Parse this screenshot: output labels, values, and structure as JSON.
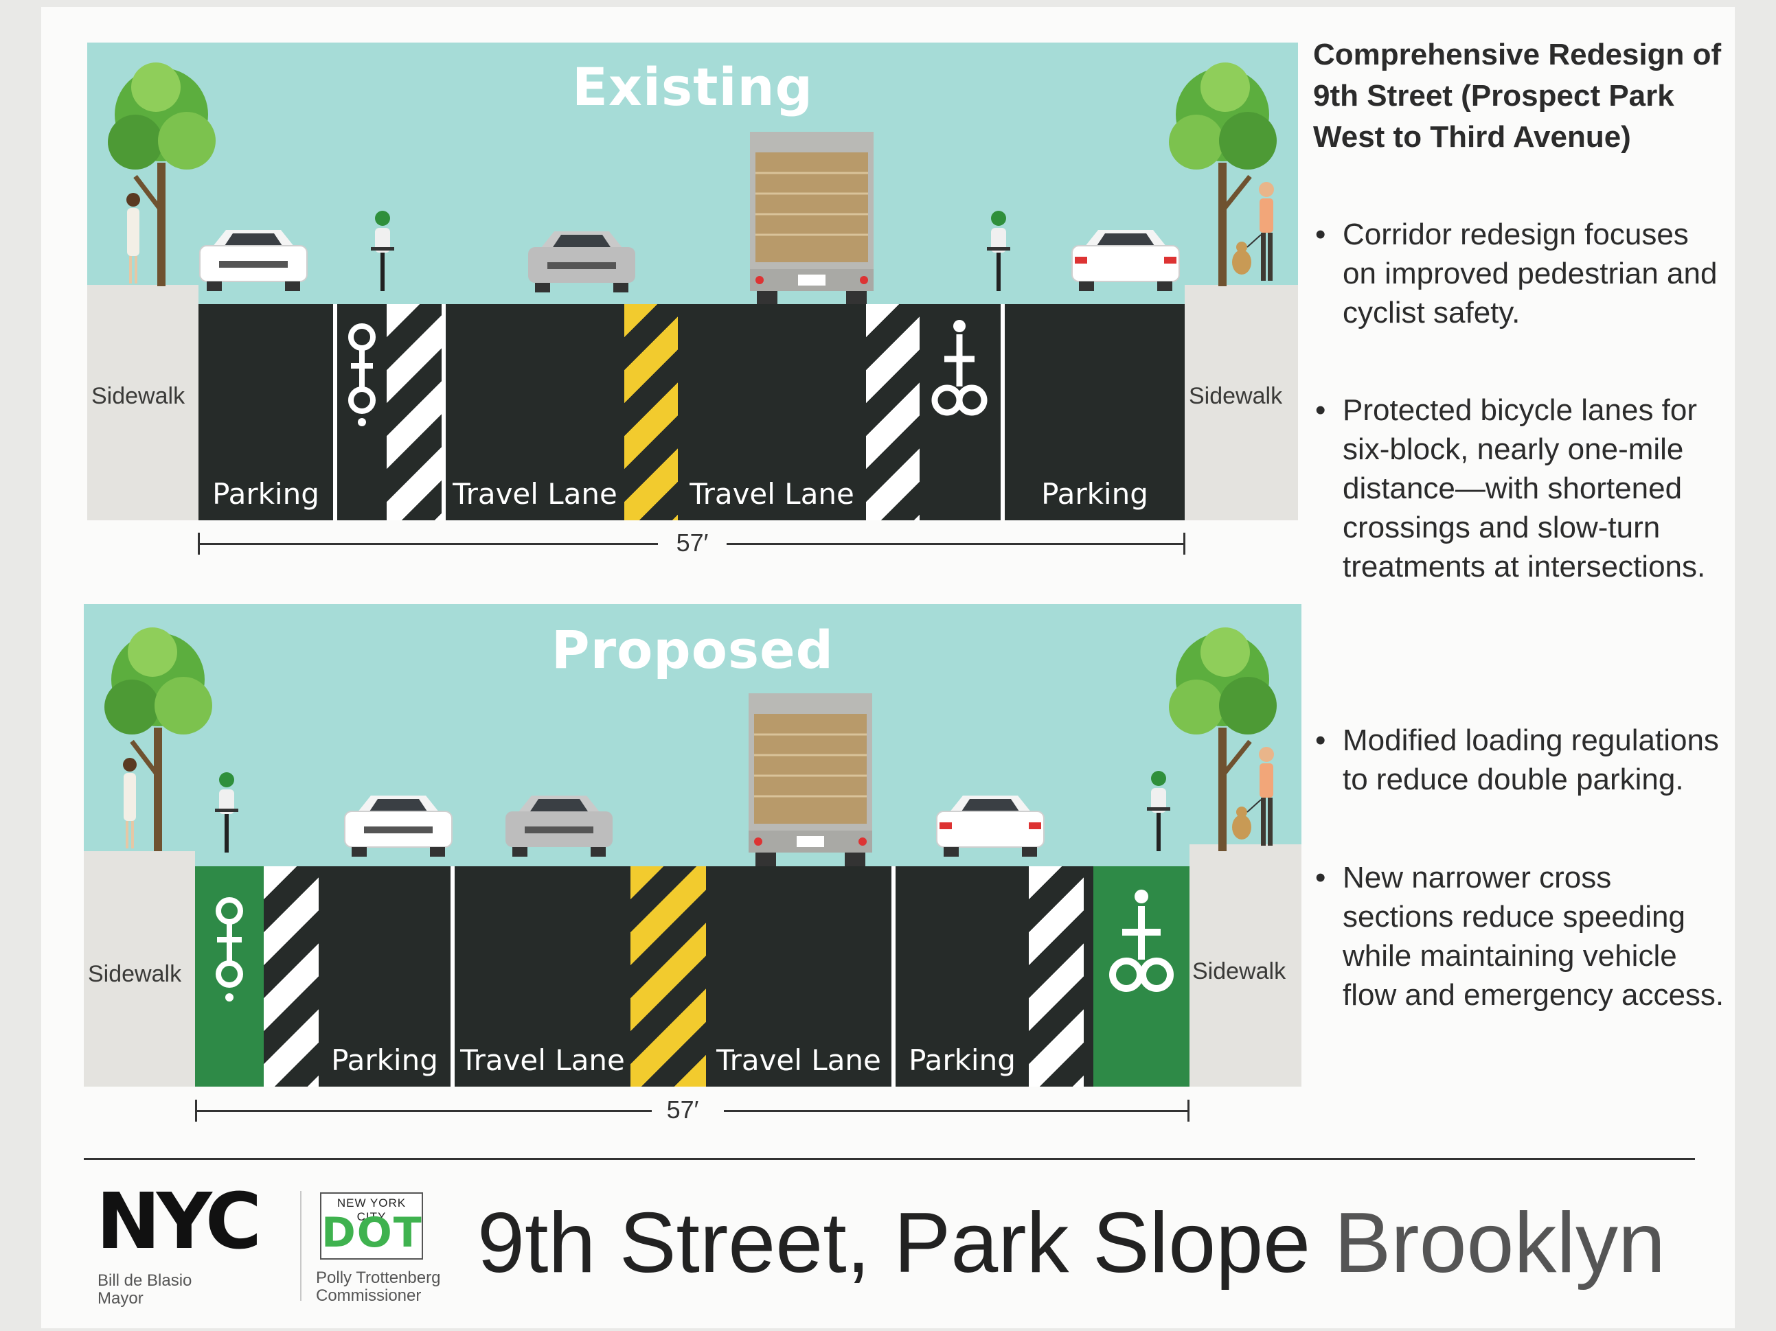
{
  "existing": {
    "title": "Existing",
    "sidewalk_left": "Sidewalk",
    "sidewalk_right": "Sidewalk",
    "lanes": [
      "Parking",
      "Travel Lane",
      "Travel Lane",
      "Parking"
    ],
    "width": "57′"
  },
  "proposed": {
    "title": "Proposed",
    "sidewalk_left": "Sidewalk",
    "sidewalk_right": "Sidewalk",
    "lanes": [
      "Parking",
      "Travel Lane",
      "Travel Lane",
      "Parking"
    ],
    "width": "57′"
  },
  "sidebar": {
    "title": "Comprehensive Redesign of 9th Street (Prospect Park West to Third Avenue)",
    "bullets": [
      "Corridor redesign focuses on improved pedestrian and cyclist safety.",
      "Protected bicycle lanes for six-block, nearly one-mile distance—with shortened crossings and slow-turn treatments at intersections.",
      "Modified loading regulations to reduce double parking.",
      "New narrower cross sections reduce speeding while maintaining vehicle flow and emergency access."
    ]
  },
  "footer": {
    "nyc_logo": "NYC",
    "mayor_name": "Bill de Blasio",
    "mayor_role": "Mayor",
    "dot_header": "NEW YORK CITY",
    "dot_logo": "DOT",
    "commissioner_name": "Polly Trottenberg",
    "commissioner_role": "Commissioner",
    "title_main": "9th Street, Park Slope",
    "title_borough": "Brooklyn"
  },
  "colors": {
    "sky": "#a6dcd7",
    "asphalt": "#262b29",
    "bike_lane_green": "#2e8a47",
    "center_line_yellow": "#f2cb2e",
    "dot_green": "#3fb24f"
  }
}
